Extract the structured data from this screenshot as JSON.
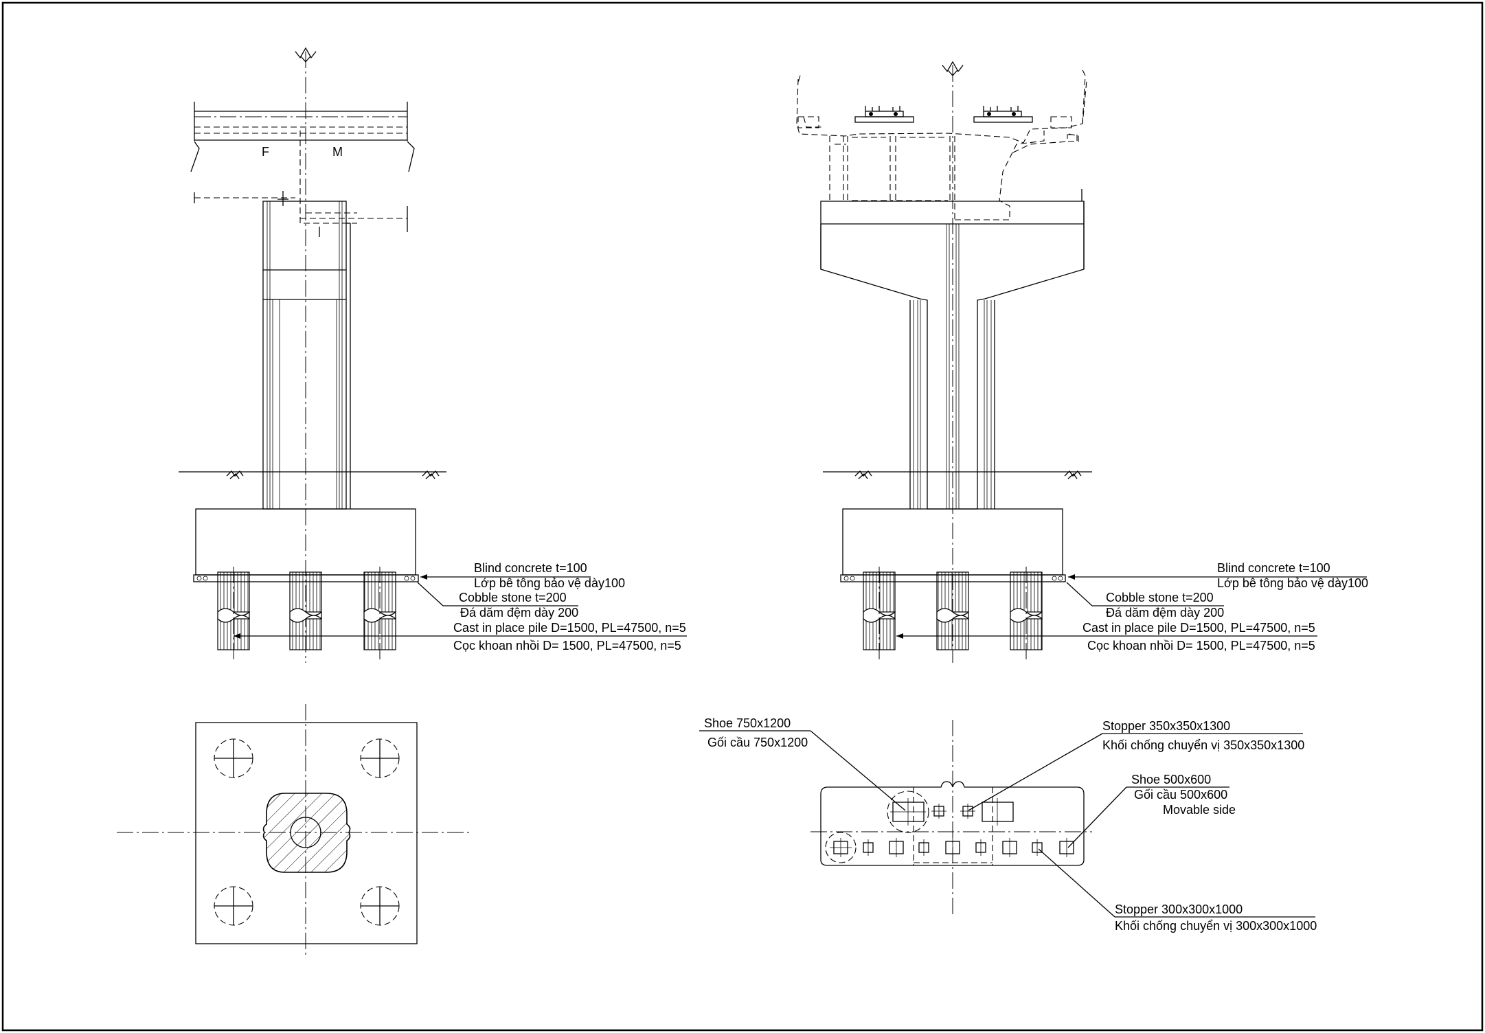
{
  "pier_longitudinal": {
    "fixed_label": "F",
    "movable_label": "M"
  },
  "foundation_left": {
    "blind_concrete_en": "Blind concrete t=100",
    "blind_concrete_vi": "Lớp bê tông bảo vệ dày100",
    "cobble_en": "Cobble stone t=200",
    "cobble_vi": "Đá dăm đệm dày 200",
    "pile_en": "Cast in place pile D=1500, PL=47500, n=5",
    "pile_vi": "Cọc khoan nhồi D= 1500, PL=47500, n=5"
  },
  "foundation_right": {
    "blind_concrete_en": "Blind concrete t=100",
    "blind_concrete_vi": "Lớp bê tông bảo vệ dày100",
    "cobble_en": "Cobble stone t=200",
    "cobble_vi": "Đá dăm đệm dày 200",
    "pile_en": "Cast in place pile D=1500, PL=47500, n=5",
    "pile_vi": "Cọc khoan nhồi D= 1500, PL=47500, n=5"
  },
  "pier_cap_plan": {
    "shoe_large_en": "Shoe 750x1200",
    "shoe_large_vi": "Gối cầu 750x1200",
    "stopper_large_en": "Stopper 350x350x1300",
    "stopper_large_vi": "Khối chống chuyển vị 350x350x1300",
    "shoe_small_en": "Shoe 500x600",
    "shoe_small_vi": "Gối cầu 500x600",
    "movable_side": "Movable side",
    "stopper_small_en": "Stopper 300x300x1000",
    "stopper_small_vi": "Khối chống chuyển vị 300x300x1000"
  }
}
